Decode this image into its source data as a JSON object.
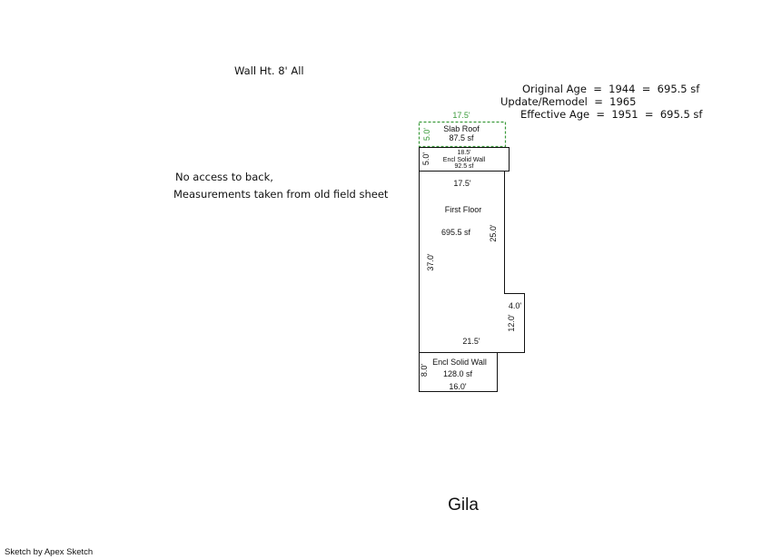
{
  "notes": {
    "wall_height": "Wall Ht. 8' All",
    "access_line1": "No access to back,",
    "access_line2": "Measurements taken from old field sheet"
  },
  "ages": {
    "original": "Original Age  =  1944  =  695.5 sf",
    "update": "Update/Remodel  =  1965",
    "effective": "Effective Age  =  1951  =  695.5 sf"
  },
  "slab_roof": {
    "name": "Slab Roof",
    "area": "87.5 sf",
    "top_dim": "17.5'",
    "side_dim": "5.0'",
    "color": "#3a9a3a"
  },
  "encl_top": {
    "name": "Encl Solid Wall",
    "area": "92.5 sf",
    "top_dim": "18.5'",
    "side_dim": "5.0'"
  },
  "first_floor": {
    "name": "First Floor",
    "area": "695.5 sf",
    "top_dim": "17.5'",
    "right_dim": "25.0'",
    "left_dim": "37.0'",
    "notch_top_dim": "4.0'",
    "notch_side_dim": "12.0'",
    "bottom_dim": "21.5'"
  },
  "encl_bottom": {
    "name": "Encl Solid Wall",
    "area": "128.0 sf",
    "side_dim": "8.0'",
    "bottom_dim": "16.0'"
  },
  "location": "Gila",
  "footer": "Sketch by Apex Sketch"
}
